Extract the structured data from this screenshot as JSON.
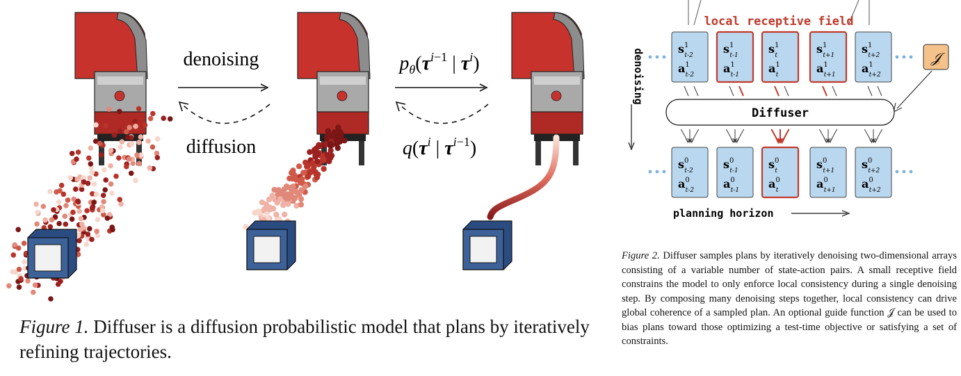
{
  "figure1": {
    "label_denoising": "denoising",
    "label_diffusion": "diffusion",
    "eq_reverse": "p_θ(τ^{i−1} | τ^i)",
    "eq_forward": "q(τ^i | τ^{i−1})",
    "caption_label": "Figure 1.",
    "caption_text": "Diffuser is a diffusion probabilistic model that plans by iteratively refining trajectories."
  },
  "figure2": {
    "receptive_field_label": "local receptive field",
    "denoising_axis_label": "denoising",
    "diffuser_label": "Diffuser",
    "guide_label": "𝒥",
    "horizon_label": "planning horizon",
    "top_row": [
      {
        "s_sub": "t-2",
        "a_sub": "t-2",
        "sup": "1",
        "highlight": false
      },
      {
        "s_sub": "t-1",
        "a_sub": "t-1",
        "sup": "1",
        "highlight": true
      },
      {
        "s_sub": "t",
        "a_sub": "t",
        "sup": "1",
        "highlight": true
      },
      {
        "s_sub": "t+1",
        "a_sub": "t+1",
        "sup": "1",
        "highlight": true
      },
      {
        "s_sub": "t+2",
        "a_sub": "t+2",
        "sup": "1",
        "highlight": false
      }
    ],
    "bottom_row": [
      {
        "s_sub": "t-2",
        "a_sub": "t-2",
        "sup": "0",
        "highlight": false
      },
      {
        "s_sub": "t-1",
        "a_sub": "t-1",
        "sup": "0",
        "highlight": false
      },
      {
        "s_sub": "t",
        "a_sub": "t",
        "sup": "0",
        "highlight": true
      },
      {
        "s_sub": "t+1",
        "a_sub": "t+1",
        "sup": "0",
        "highlight": false
      },
      {
        "s_sub": "t+2",
        "a_sub": "t+2",
        "sup": "0",
        "highlight": false
      }
    ],
    "caption_label": "Figure 2.",
    "caption_text": "Diffuser samples plans by iteratively denoising two-dimensional arrays consisting of a variable number of state-action pairs. A small receptive field constrains the model to only enforce local consistency during a single denoising step. By composing many denoising steps together, local consistency can drive global coherence of a sampled plan. An optional guide function 𝒥 can be used to bias plans toward those optimizing a test-time objective or satisfying a set of constraints."
  },
  "colors": {
    "robot_red": "#c8322c",
    "robot_grey": "#8d8d8d",
    "cell_blue": "#b9d7ee",
    "highlight_red": "#c0392b",
    "guide_orange": "#f4c28a",
    "cube_blue": "#3d6299"
  }
}
